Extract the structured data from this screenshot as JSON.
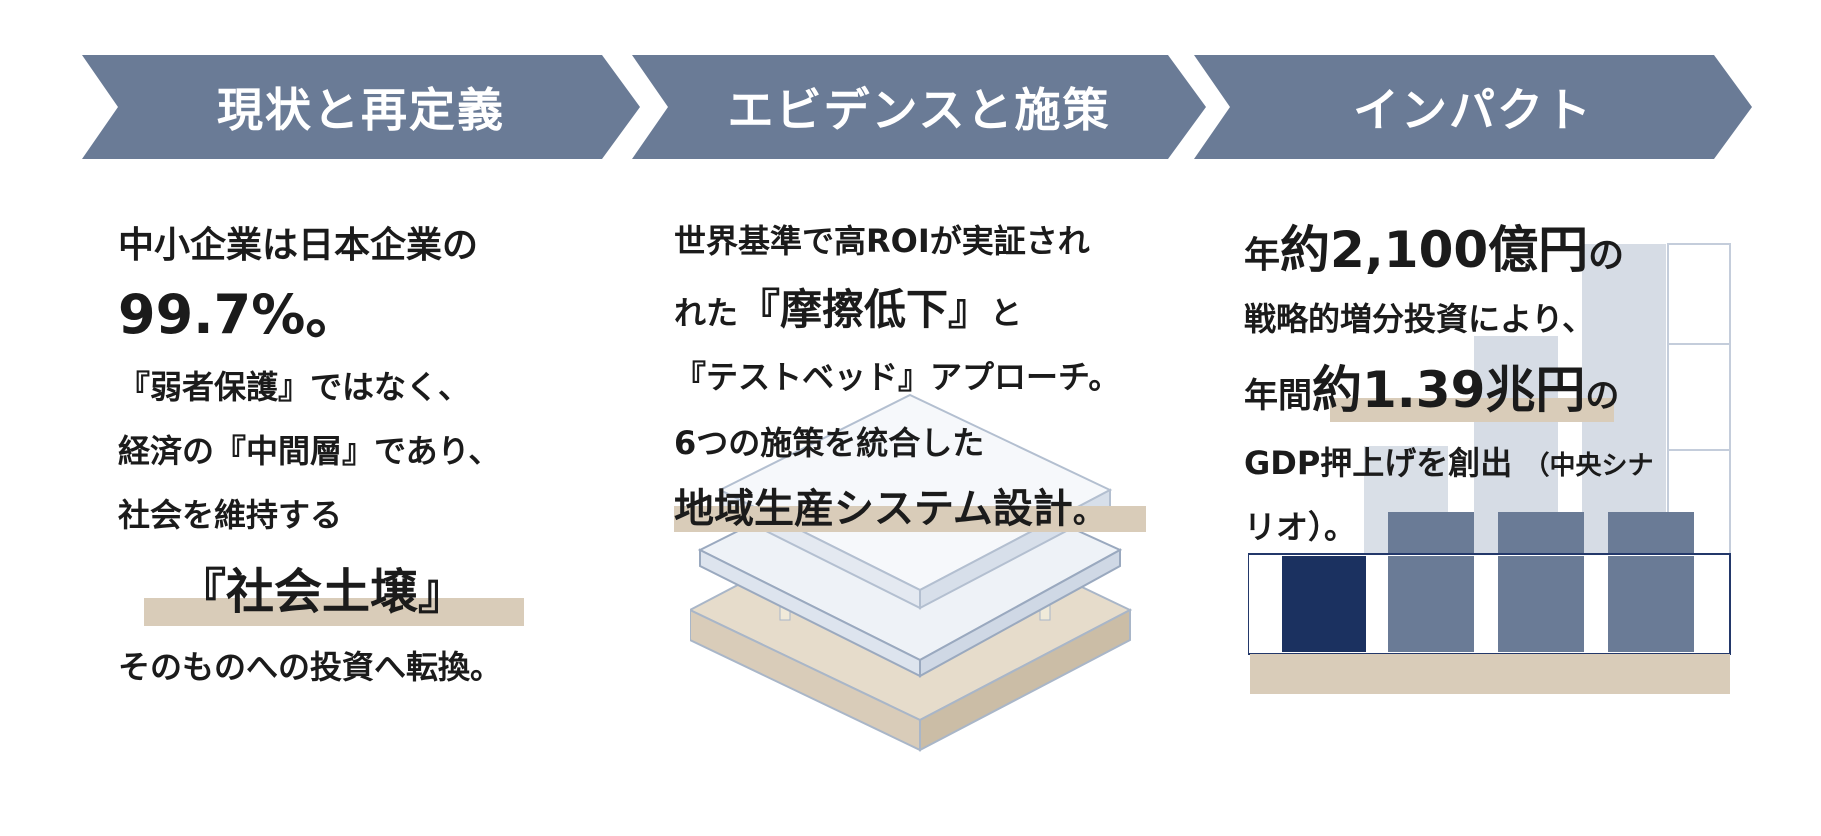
{
  "steps": [
    {
      "label": "現状と再定義"
    },
    {
      "label": "エビデンスと施策"
    },
    {
      "label": "インパクト"
    }
  ],
  "col1": {
    "l1": "中小企業は日本企業の",
    "l2": "99.7%。",
    "l3": "『弱者保護』ではなく、",
    "l4": "経済の『中間層』であり、",
    "l5": "社会を維持する",
    "l6": "『社会土壌』",
    "l7": "そのものへの投資へ転換。"
  },
  "col2": {
    "l1": "世界基準で高ROIが実証され",
    "l2a": "れた",
    "l2b": "『摩擦低下』",
    "l2c": "と",
    "l3": "『テストベッド』アプローチ。",
    "l4": "6つの施策を統合した",
    "l5a": "地域生産システム設計",
    "l5b": "。"
  },
  "col3": {
    "l1a": "年",
    "l1b": "約2,100億円",
    "l1c": "の",
    "l2": "戦略的増分投資により、",
    "l3a": "年間",
    "l3b": "約1.39兆円",
    "l3c": "の",
    "l4a": "GDP押上げを創出",
    "l4b": "（中央シナ",
    "l5": "リオ）。"
  },
  "colors": {
    "chevron": "#6a7b96",
    "highlight": "#d9ccb9",
    "navy": "#1b3160",
    "slate": "#6a7b96",
    "beige": "#d9ccb9"
  },
  "icons": {
    "col2_art": "layered-base-illustration",
    "col3_art": "bar-chart-illustration"
  }
}
